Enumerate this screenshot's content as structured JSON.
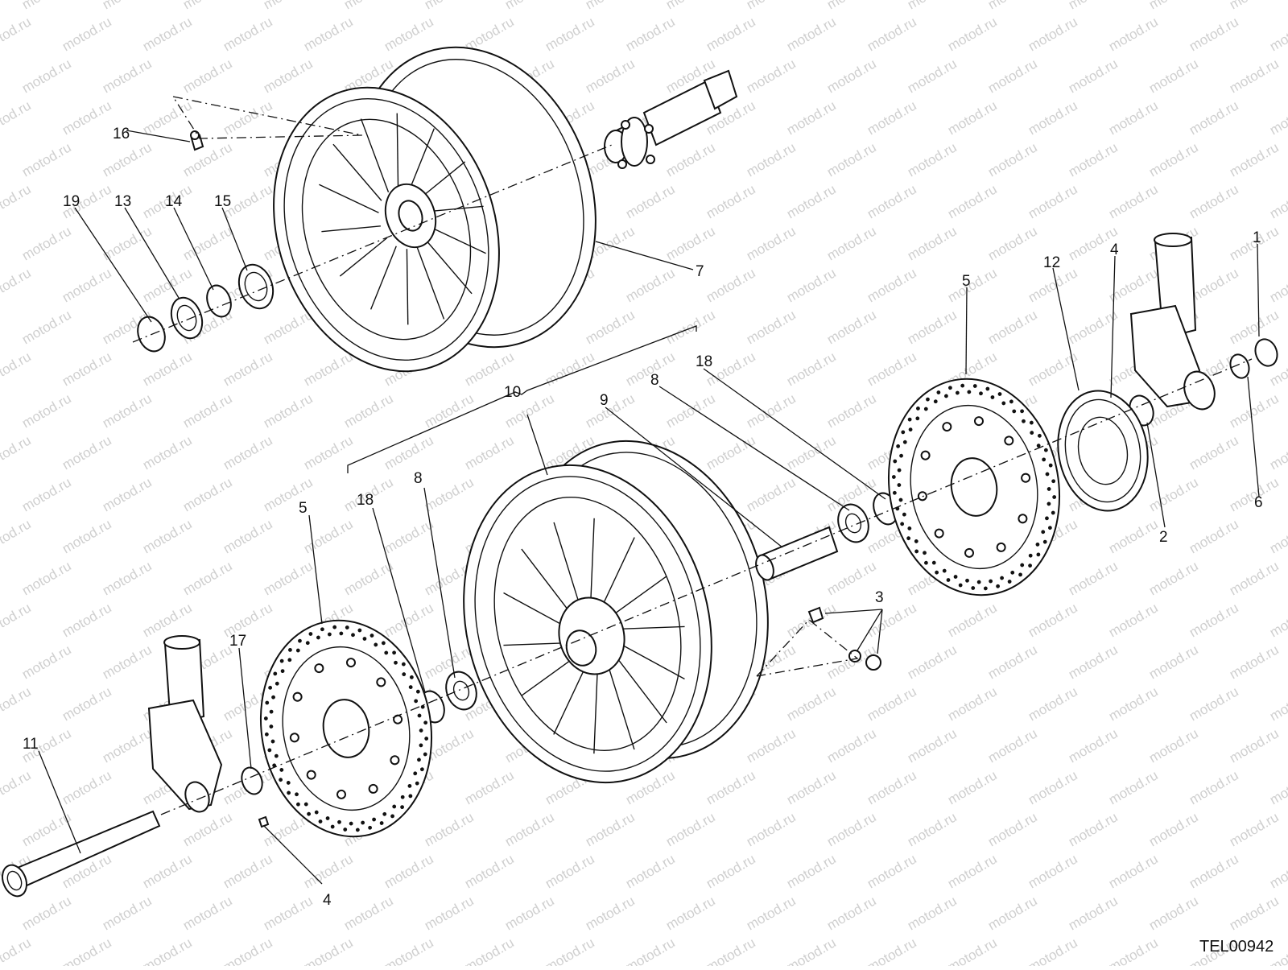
{
  "watermark": "motod.ru",
  "drawing_code": "TEL00942",
  "callouts": [
    "16",
    "19",
    "13",
    "14",
    "15",
    "7",
    "1",
    "4",
    "12",
    "5",
    "6",
    "2",
    "18",
    "8",
    "9",
    "10",
    "3",
    "17",
    "11",
    "4",
    "5",
    "18",
    "8"
  ]
}
